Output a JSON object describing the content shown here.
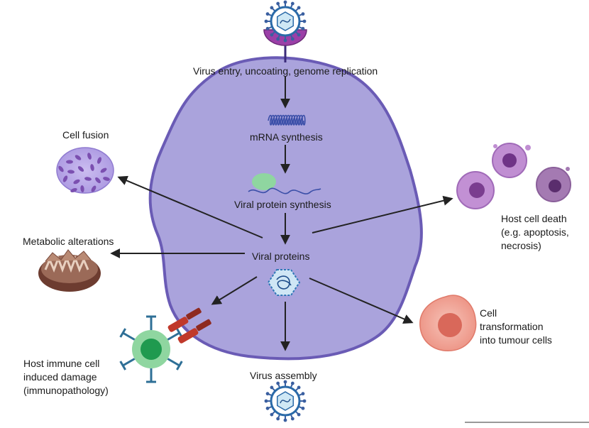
{
  "labels": {
    "virus_entry": "Virus entry, uncoating, genome replication",
    "mrna": "mRNA synthesis",
    "protein_synthesis": "Viral protein synthesis",
    "viral_proteins": "Viral proteins",
    "cell_fusion": "Cell fusion",
    "metabolic": "Metabolic alterations",
    "host_death": "Host cell death\n(e.g. apoptosis,\nnecrosis)",
    "transformation": "Cell\ntransformation\ninto tumour cells",
    "immune": "Host immune cell\ninduced damage\n(immunopathology)",
    "assembly": "Virus assembly"
  },
  "colors": {
    "cell_fill": "#a9a3dc",
    "cell_border": "#6a5bb5",
    "arrow": "#222222",
    "fusion_cell": "#b8a6e6",
    "dying_cell": "#b884cc",
    "tumour_cell": "#f0a79a",
    "immune_cell": "#4bb36a",
    "mitochondrion": "#7a4a3c",
    "antibody": "#2e6f96",
    "receptor": "#c0392b"
  },
  "icons": [
    "virus-icon",
    "rna-strand-icon",
    "ribosome-icon",
    "capsid-icon",
    "fused-cell-icon",
    "mitochondrion-icon",
    "apoptotic-cell-icon",
    "tumour-cell-icon",
    "immune-cell-icon",
    "antibody-icon",
    "receptor-icon"
  ]
}
